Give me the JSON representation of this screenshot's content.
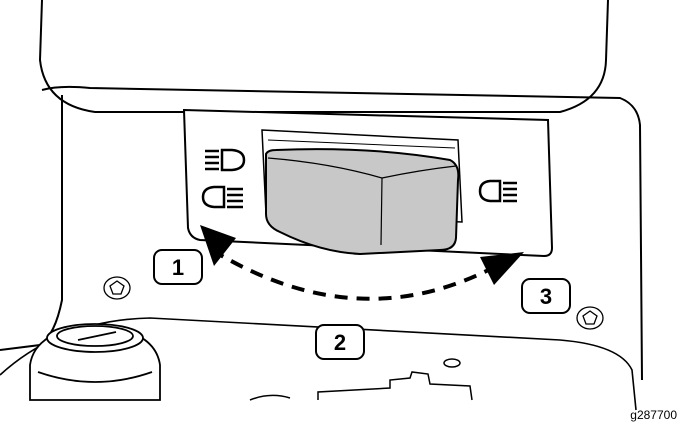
{
  "callouts": [
    {
      "id": "1",
      "meaning": "headlight-position-high"
    },
    {
      "id": "2",
      "meaning": "switch-travel"
    },
    {
      "id": "3",
      "meaning": "headlight-position-low"
    }
  ],
  "figure_id": "g287700",
  "icons": [
    "high-beam-icon",
    "low-beam-icon",
    "low-beam-right-icon"
  ],
  "colors": {
    "switch_fill": "#c8c8c8",
    "line": "#000000",
    "background": "#ffffff"
  }
}
